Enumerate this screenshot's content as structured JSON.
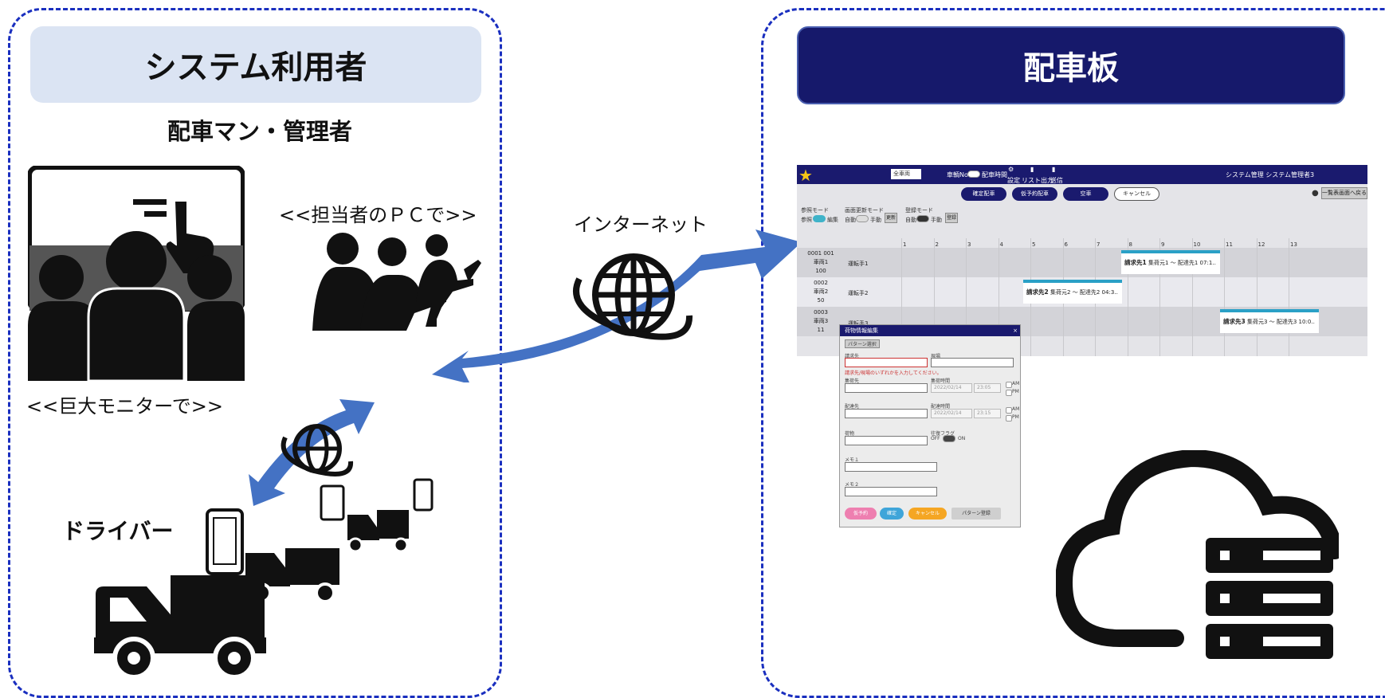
{
  "left_panel": {
    "title": "システム利用者",
    "subtitle": "配車マン・管理者",
    "monitor_label": "<<巨大モニターで>>",
    "pc_label": "<<担当者のＰＣで>>",
    "driver_label": "ドライバー"
  },
  "middle": {
    "internet_label": "インターネット"
  },
  "right_panel": {
    "title": "配車板"
  },
  "app": {
    "top": {
      "select_value": "全車両",
      "item1": "車輌No.",
      "item2": "配車時間",
      "item3": "設定",
      "item4": "リスト出力",
      "item5": "送信",
      "user": "システム管理 システム管理者3"
    },
    "buttons": {
      "confirm": "確定配車",
      "tentative": "仮予約配車",
      "empty": "空車",
      "cancel": "キャンセル",
      "back": "一覧表画面へ戻る"
    },
    "modes": {
      "ref_mode": "参照モード",
      "ref_a": "参照",
      "ref_b": "編集",
      "refresh_mode": "画面更新モード",
      "auto": "自動",
      "manual": "手動",
      "refresh_btn": "更新",
      "reg_mode": "登録モード",
      "reg_auto": "自動",
      "reg_manual": "手動",
      "reg_btn": "登録"
    },
    "hours": [
      "1",
      "2",
      "3",
      "4",
      "5",
      "6",
      "7",
      "8",
      "9",
      "10",
      "11",
      "12",
      "13"
    ],
    "rows": [
      {
        "line1": "0001 001",
        "line2": "車両1",
        "line3": "100",
        "driver": "運転手1"
      },
      {
        "line1": "0002",
        "line2": "車両2",
        "line3": "50",
        "driver": "運転手2"
      },
      {
        "line1": "0003",
        "line2": "車両3",
        "line3": "11",
        "driver": "運転手3"
      }
    ],
    "jobs": [
      {
        "client": "請求先1",
        "route": "集荷元1 ～ 配達先1",
        "time": "07:1‥"
      },
      {
        "client": "請求先2",
        "route": "集荷元2 ～ 配達先2",
        "time": "04:3‥"
      },
      {
        "client": "請求先3",
        "route": "集荷元3 ～ 配達先3",
        "time": "10:0‥"
      }
    ],
    "modal": {
      "title": "荷物情報編集",
      "close": "×",
      "pattern_btn": "パターン選択",
      "client_label": "請求先",
      "site_label": "現場",
      "error": "請求先/現場のいずれかを入力してください。",
      "pickup_label": "集荷先",
      "pickup_time_label": "集荷時間",
      "pickup_date": "2022/02/14",
      "pickup_time": "23:05",
      "delivery_label": "配達先",
      "delivery_time_label": "配達時間",
      "delivery_date": "2022/02/14",
      "delivery_time": "23:15",
      "am": "AM",
      "pm": "PM",
      "cargo_label": "荷物",
      "return_label": "往復フラグ",
      "off": "OFF",
      "on": "ON",
      "memo1": "メモ１",
      "memo2": "メモ２",
      "btn_tentative": "仮予約",
      "btn_confirm": "確定",
      "btn_cancel": "キャンセル",
      "btn_pattern_reg": "パターン登録"
    }
  },
  "colors": {
    "dashed_border": "#1a2fbf",
    "left_header_bg": "#dbe4f3",
    "right_header_bg": "#16196b",
    "arrow_blue": "#4472c4",
    "app_navy": "#1a1a6e",
    "job_accent": "#2aa0c6"
  }
}
